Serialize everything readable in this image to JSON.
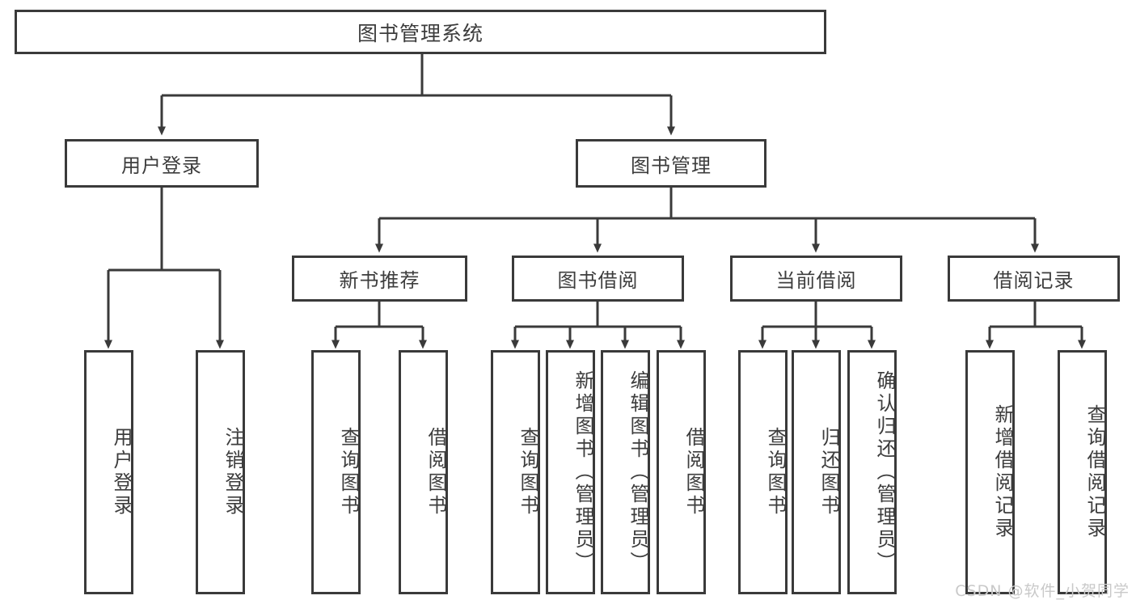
{
  "diagram": {
    "type": "hierarchy-tree",
    "title": "图书管理系统",
    "root": {
      "label": "图书管理系统"
    },
    "level2": [
      {
        "label": "用户登录"
      },
      {
        "label": "图书管理"
      }
    ],
    "level3": [
      {
        "label": "新书推荐"
      },
      {
        "label": "图书借阅"
      },
      {
        "label": "当前借阅"
      },
      {
        "label": "借阅记录"
      }
    ],
    "leaves": {
      "user_login": [
        {
          "label": "用户登录"
        },
        {
          "label": "注销登录"
        }
      ],
      "new_book_recommend": [
        {
          "label": "查询图书"
        },
        {
          "label": "借阅图书"
        }
      ],
      "book_borrow": [
        {
          "label": "查询图书"
        },
        {
          "label": "新增图书（管理员）"
        },
        {
          "label": "编辑图书（管理员）"
        },
        {
          "label": "借阅图书"
        }
      ],
      "current_borrow": [
        {
          "label": "查询图书"
        },
        {
          "label": "归还图书"
        },
        {
          "label": "确认归还（管理员）"
        }
      ],
      "borrow_record": [
        {
          "label": "新增借阅记录"
        },
        {
          "label": "查询借阅记录"
        }
      ]
    }
  },
  "watermark": {
    "text": "CSDN @软件_小贺同学"
  },
  "colors": {
    "stroke": "#3a3a3a",
    "text": "#3d3d3d",
    "background": "#ffffff",
    "watermark": "#c9c9c9"
  }
}
